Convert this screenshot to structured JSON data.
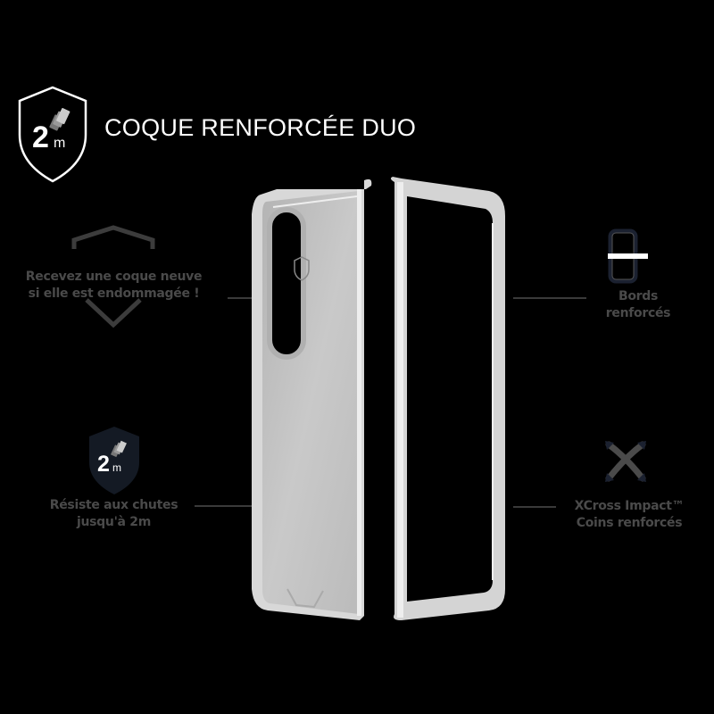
{
  "header": {
    "title": "COQUE RENFORCÉE DUO",
    "badge": {
      "number": "2",
      "unit": "m",
      "icon": "shield-drop-icon"
    }
  },
  "features": [
    {
      "id": "replacement",
      "icon": "shield-outline-icon",
      "lines": [
        "Recevez une coque neuve",
        "si elle est endommagée !"
      ]
    },
    {
      "id": "drop",
      "icon": "shield-2m-icon",
      "badge_number": "2",
      "badge_unit": "m",
      "lines": [
        "Résiste aux chutes",
        "jusqu'à 2m"
      ]
    },
    {
      "id": "edges",
      "icon": "reinforced-edges-icon",
      "lines": [
        "Bords",
        "renforcés"
      ]
    },
    {
      "id": "corners",
      "icon": "xcross-icon",
      "lines": [
        "XCross Impact™",
        "Coins renforcés"
      ]
    }
  ],
  "colors": {
    "background": "#000000",
    "title": "#ffffff",
    "feature_text": "#4a4a4a",
    "icon_dark": "#1a1f2b",
    "case": "#c8c8c8"
  }
}
